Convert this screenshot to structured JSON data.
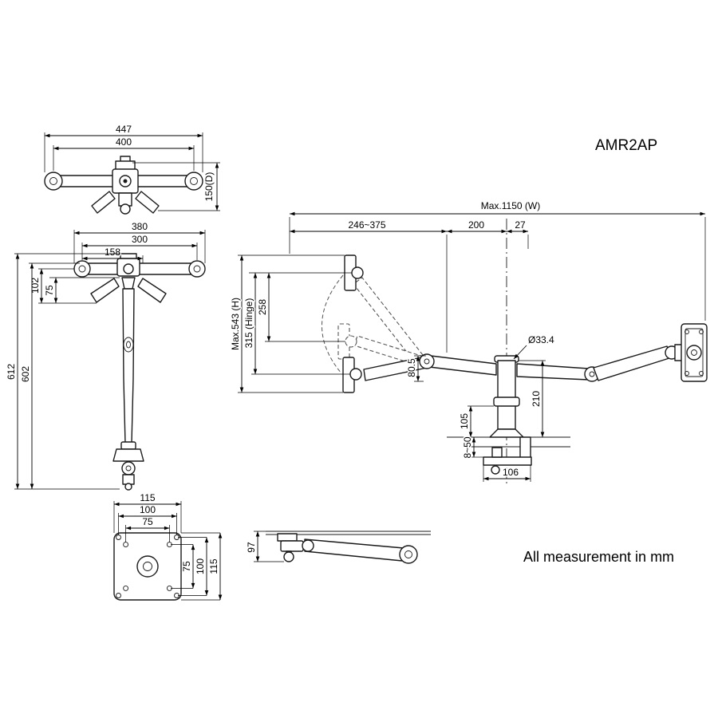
{
  "title": "AMR2AP",
  "note": "All measurement in mm",
  "top_view": {
    "d447": "447",
    "d400": "400",
    "d150": "150(D)"
  },
  "front_view": {
    "d380": "380",
    "d300": "300",
    "d158": "158",
    "d102": "102",
    "d75": "75",
    "d612": "612",
    "d602": "602"
  },
  "side_view": {
    "max_w": "Max.1150 (W)",
    "reach": "246~375",
    "d200": "200",
    "d27": "27",
    "max_h": "Max.543 (H)",
    "hinge": "315 (Hinge)",
    "d258": "258",
    "dia": "Ø33.4",
    "d80": "80.5",
    "d105": "105",
    "d210": "210",
    "clamp_range": "8~50",
    "d106": "106"
  },
  "vesa_view": {
    "t115": "115",
    "t100": "100",
    "t75": "75",
    "r75": "75",
    "r100": "100",
    "r115": "115"
  },
  "profile_view": {
    "d97": "97"
  }
}
